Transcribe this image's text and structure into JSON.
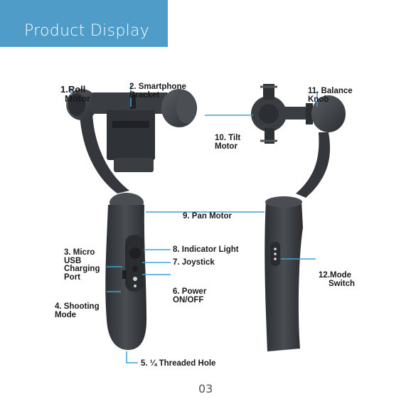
{
  "header": {
    "title": "Product Display"
  },
  "colors": {
    "banner": "#4e9cc7",
    "leader_lines": "#3ea3d6",
    "gimbal_body": "#3a3d41"
  },
  "labels": {
    "roll_motor": [
      "1.Roll",
      "Motor"
    ],
    "smartphone_bracket": [
      "2. Smartphone",
      "Bracket"
    ],
    "micro_usb": [
      "3. Micro",
      "USB",
      "Charging",
      "Port"
    ],
    "shooting_mode": [
      "4. Shooting",
      "Mode"
    ],
    "threaded_hole": "5. ¼ Threaded Hole",
    "power": [
      "6. Power",
      "ON/OFF"
    ],
    "joystick": "7. Joystick",
    "indicator_light": "8. Indicator Light",
    "pan_motor": "9. Pan Motor",
    "tilt_motor": [
      "10. Tilt",
      "Motor"
    ],
    "balance_knob": [
      "11. Balance",
      "Knob"
    ],
    "mode_switch": [
      "12.Mode",
      "Switch"
    ]
  },
  "page_number": "03"
}
